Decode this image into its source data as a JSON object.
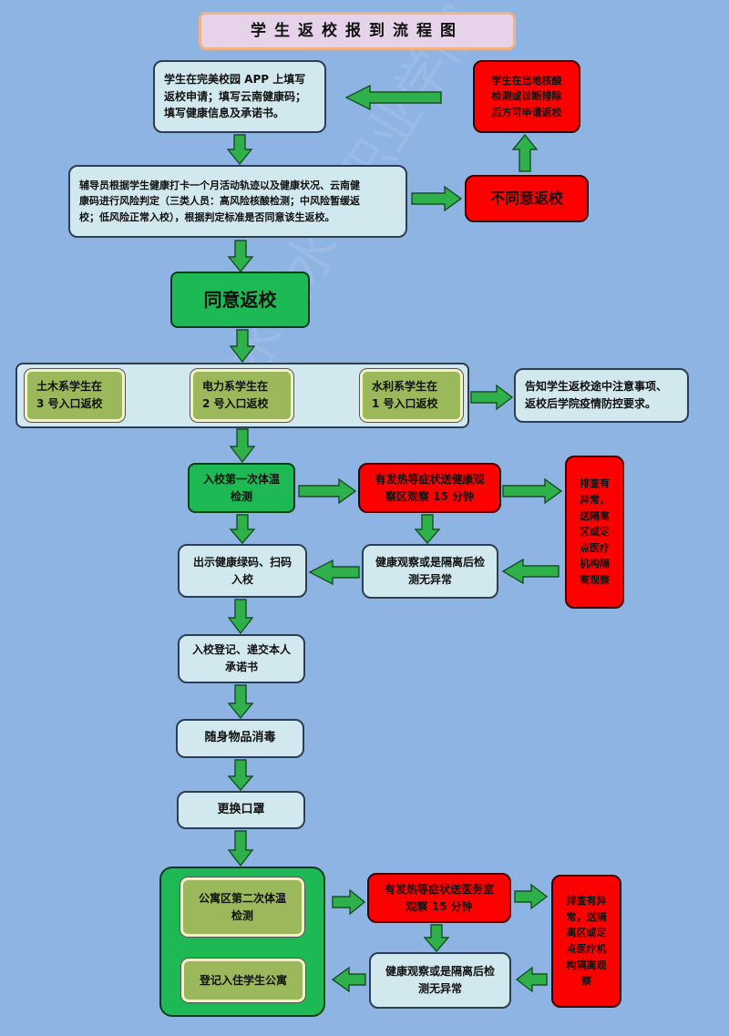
{
  "title": "学生返校报到流程图",
  "nodes": {
    "apply": "学生在完美校园 APP 上填写\n返校申请；填写云南健康码；\n填写健康信息及承诺书。",
    "local_check": "学生在当地核酸\n检测或诊断排除\n后方可申请返校",
    "counselor": "辅导员根据学生健康打卡一个月活动轨迹以及健康状况、云南健\n康码进行风险判定（三类人员：高风险核酸检测；中风险暂缓返\n校；低风险正常入校），根据判定标准是否同意该生返校。",
    "disagree": "不同意返校",
    "agree": "同意返校",
    "gate_civil": "土木系学生在\n3 号入口返校",
    "gate_power": "电力系学生在\n2 号入口返校",
    "gate_water": "水利系学生在\n1 号入口返校",
    "notice": "告知学生返校途中注意事项、\n返校后学院疫情防控要求。",
    "temp1": "入校第一次体温\n检测",
    "fever1": "有发热等症状送健康观\n察区观察 15 分钟",
    "isolate1": "排查有\n异常，\n送隔离\n区或定\n点医疗\n机构隔\n离观察",
    "code": "出示健康绿码、扫码\n入校",
    "ok1": "健康观察或是隔离后检\n测无异常",
    "register": "入校登记、递交本人\n承诺书",
    "disinfect": "随身物品消毒",
    "mask": "更换口罩",
    "temp2": "公寓区第二次体温\n检测",
    "fever2": "有发热等症状送医务室\n观察 15 分钟",
    "isolate2": "排查有异\n常，送隔\n离区或定\n点医疗机\n构隔离观\n察",
    "dorm": "登记入住学生公寓",
    "ok2": "健康观察或是隔离后检\n测无异常"
  },
  "watermark": "水利水电职业学院",
  "colors": {
    "background": "#8eb4e3",
    "light_box": "#d2e8ef",
    "red_box": "#ff0000",
    "green_box": "#1db954",
    "olive_box": "#9bb85a",
    "arrow": "#2eb04a"
  }
}
